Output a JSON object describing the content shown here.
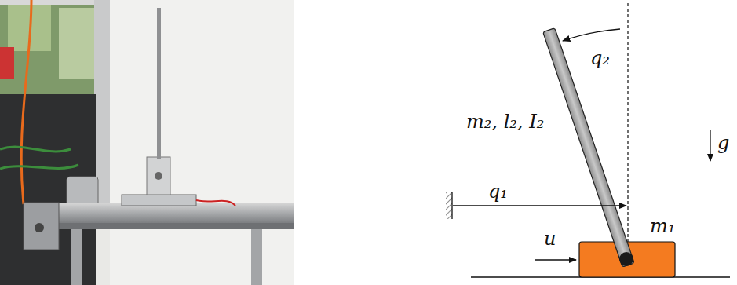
{
  "diagram": {
    "labels": [
      "q₂",
      "m₂, l₂, I₂",
      "g",
      "q₁",
      "m₁",
      "u"
    ]
  }
}
